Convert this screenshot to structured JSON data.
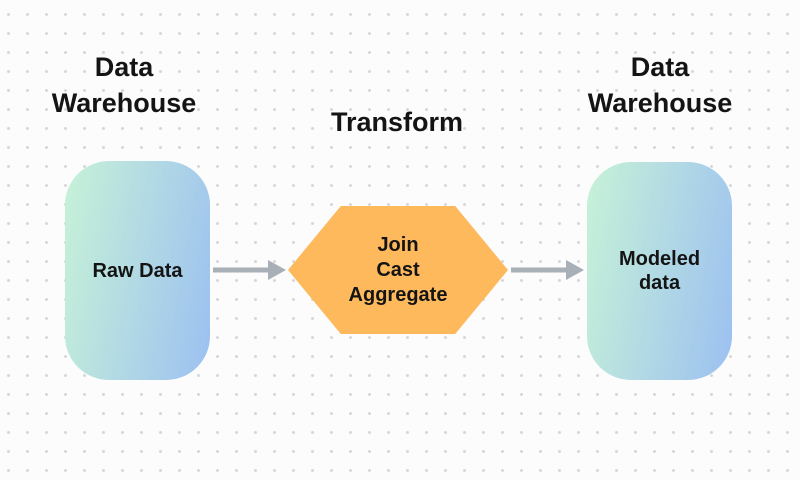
{
  "colors": {
    "background": "#FCFCFD",
    "dot": "#D3D5D9",
    "node_gradient_start": "#C7F2D7",
    "node_gradient_end": "#9CC0F1",
    "hexagon_fill": "#FDB95C",
    "arrow": "#A9AFB7",
    "text": "#141414"
  },
  "titles": {
    "left": {
      "line1": "Data",
      "line2": "Warehouse"
    },
    "center": "Transform",
    "right": {
      "line1": "Data",
      "line2": "Warehouse"
    }
  },
  "nodes": {
    "source": {
      "label": "Raw Data"
    },
    "transform": {
      "lines": [
        "Join",
        "Cast",
        "Aggregate"
      ]
    },
    "target": {
      "line1": "Modeled",
      "line2": "data"
    }
  }
}
